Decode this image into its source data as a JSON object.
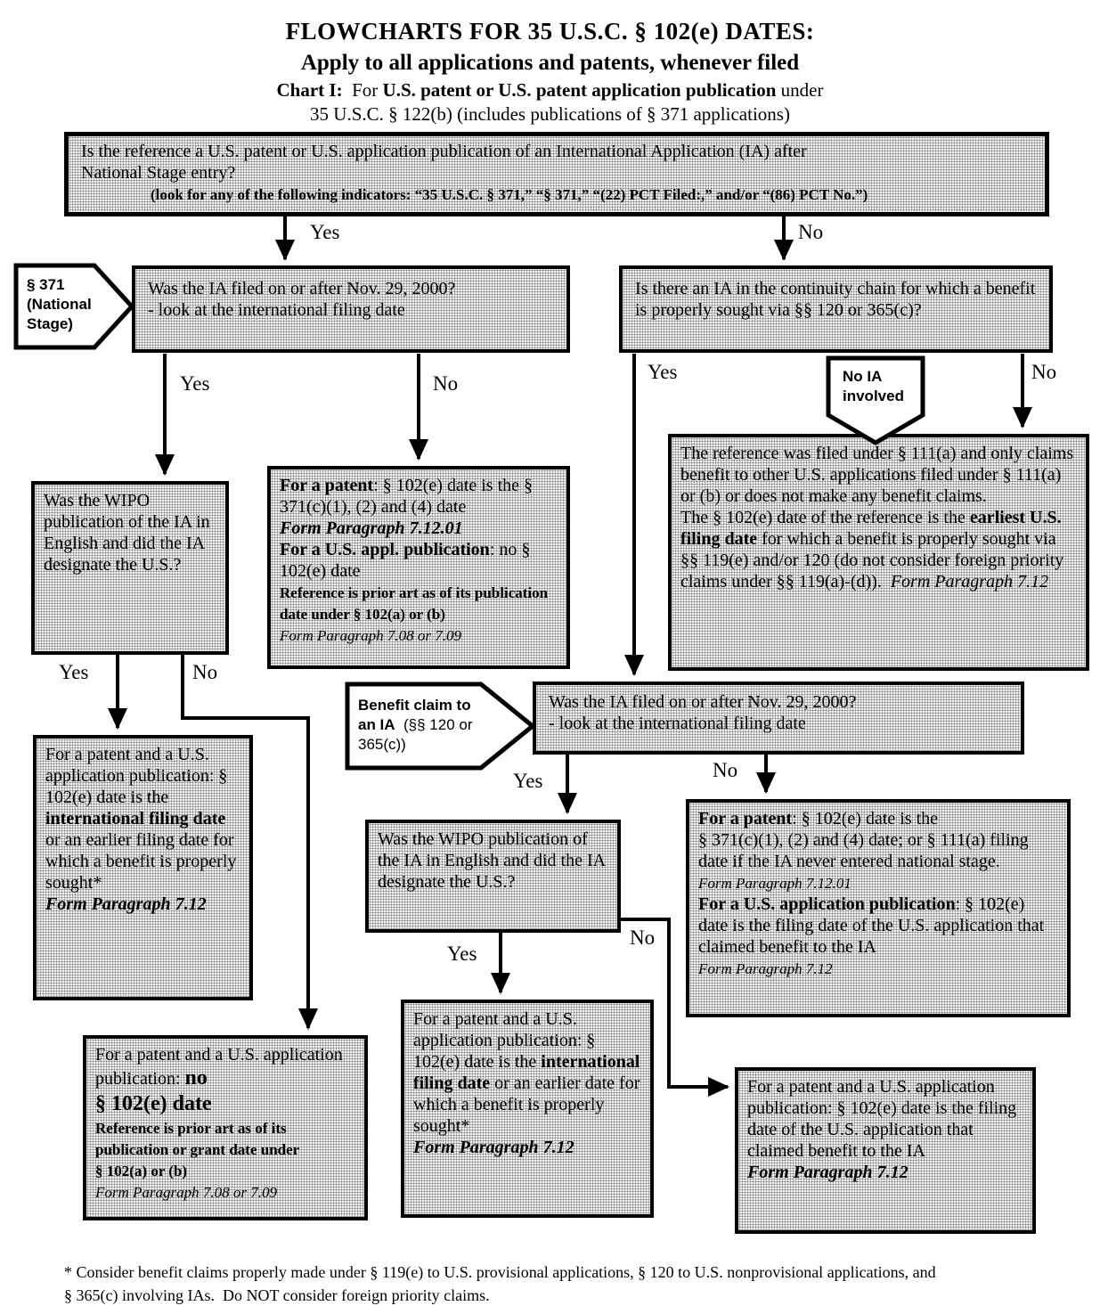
{
  "title": {
    "line1": "FLOWCHARTS FOR 35 U.S.C. § 102(e) DATES:",
    "line2": "Apply to all applications and patents, whenever filed",
    "line3_segments": [
      {
        "t": "Chart I:",
        "s": "b"
      },
      {
        "t": "  For ",
        "s": "r"
      },
      {
        "t": "U.S. patent or U.S. patent application publication",
        "s": "b"
      },
      {
        "t": " under",
        "s": "r"
      }
    ],
    "line4": "35 U.S.C. § 122(b) (includes publications of § 371 applications)"
  },
  "boxes": {
    "q1": {
      "segments": [
        {
          "t": "Is the reference a U.S. patent or U.S. application publication of an International Application (IA) after\nNational Stage entry?\n",
          "s": "r"
        },
        {
          "t": "(look for any of the following indicators: “35 U.S.C. § 371,” “§ 371,” “(22) PCT Filed:,” and/or “(86) PCT No.”)",
          "s": "smb ind"
        }
      ]
    },
    "q2": {
      "segments": [
        {
          "t": "Was the IA filed on or after Nov. 29, 2000?\n- look at the international filing date",
          "s": "r"
        }
      ]
    },
    "q3": {
      "segments": [
        {
          "t": "Is there an IA in the continuity chain for which a benefit is properly sought via §§ 120 or 365(c)?",
          "s": "r"
        }
      ]
    },
    "wipo1": {
      "segments": [
        {
          "t": "Was the WIPO publication of the IA in English and did the IA designate the U.S.?",
          "s": "r"
        }
      ]
    },
    "patent1": {
      "segments": [
        {
          "t": "For a patent",
          "s": "b"
        },
        {
          "t": ": § 102(e) date is the § 371(c)(1), (2) and (4) date\n",
          "s": "r"
        },
        {
          "t": "Form Paragraph 7.12.01\n",
          "s": "bi"
        },
        {
          "t": "For a U.S. appl. publication",
          "s": "b"
        },
        {
          "t": ": no § 102(e) date\n",
          "s": "r"
        },
        {
          "t": "Reference is prior art as of its publication date under § 102(a) or (b)\n",
          "s": "smb"
        },
        {
          "t": "Form Paragraph 7.08 or 7.09",
          "s": "smi"
        }
      ]
    },
    "box111a": {
      "segments": [
        {
          "t": "The reference was filed under § 111(a) and only claims benefit to other U.S. applications filed under § 111(a) or (b) or does not make any benefit claims.\nThe § 102(e) date of the reference is the ",
          "s": "r"
        },
        {
          "t": "earliest U.S. filing date",
          "s": "b"
        },
        {
          "t": " for which a benefit is properly sought via §§ 119(e) and/or 120 (do not consider foreign priority claims under §§ 119(a)-(d)).  ",
          "s": "r"
        },
        {
          "t": "Form Paragraph 7.12",
          "s": "i"
        }
      ]
    },
    "q4": {
      "segments": [
        {
          "t": "Was the IA filed on or after Nov. 29, 2000?\n- look at the international filing date",
          "s": "r"
        }
      ]
    },
    "wipo2": {
      "segments": [
        {
          "t": "Was the WIPO publication of the IA in English and did the IA designate the U.S.?",
          "s": "r"
        }
      ]
    },
    "patent_right": {
      "segments": [
        {
          "t": "For a patent",
          "s": "b"
        },
        {
          "t": ": § 102(e) date is the\n§ 371(c)(1), (2) and (4) date; or § 111(a) filing date if the IA never entered national stage.\n",
          "s": "r"
        },
        {
          "t": "Form Paragraph 7.12.01\n",
          "s": "smi"
        },
        {
          "t": "For a U.S. application publication",
          "s": "b"
        },
        {
          "t": ": § 102(e) date is the filing date of the U.S. application that claimed benefit to the IA\n",
          "s": "r"
        },
        {
          "t": "Form Paragraph 7.12",
          "s": "smi"
        }
      ]
    },
    "intl_left": {
      "segments": [
        {
          "t": "For a patent and a U.S. application publication: § 102(e) date is the ",
          "s": "r"
        },
        {
          "t": "international filing date",
          "s": "b"
        },
        {
          "t": " or an earlier filing date for which a benefit is properly sought*\n",
          "s": "r"
        },
        {
          "t": "Form Paragraph 7.12",
          "s": "bi"
        }
      ]
    },
    "no102e": {
      "segments": [
        {
          "t": "For a patent and a U.S. application publication: ",
          "s": "r"
        },
        {
          "t": "no\n§ 102(e) date\n",
          "s": "bl"
        },
        {
          "t": "Reference is prior art as of its publication or grant date under\n§ 102(a) or (b)\n",
          "s": "smb"
        },
        {
          "t": "Form Paragraph 7.08 or 7.09",
          "s": "smi"
        }
      ]
    },
    "intl_mid": {
      "segments": [
        {
          "t": "For a patent and a U.S. application publication: § 102(e) date is the ",
          "s": "r"
        },
        {
          "t": "international filing date",
          "s": "b"
        },
        {
          "t": " or an earlier date for which a benefit is properly sought*\n",
          "s": "r"
        },
        {
          "t": "Form Paragraph 7.12",
          "s": "bi"
        }
      ]
    },
    "claimed_benefit": {
      "segments": [
        {
          "t": "For a patent and a U.S. application publication: § 102(e) date is the filing date of the U.S. application that claimed benefit to the IA\n",
          "s": "r"
        },
        {
          "t": "Form Paragraph 7.12",
          "s": "bi"
        }
      ]
    }
  },
  "tags": {
    "national_stage": "§ 371\n(National\nStage)",
    "no_ia": "No IA\ninvolved",
    "benefit_segments": [
      {
        "t": "Benefit claim to an IA",
        "s": "b"
      },
      {
        "t": "  (§§ 120 or 365(c))",
        "s": "r"
      }
    ]
  },
  "labels": {
    "q1_yes": "Yes",
    "q1_no": "No",
    "q2_yes": "Yes",
    "q2_no": "No",
    "q3_yes": "Yes",
    "q3_no": "No",
    "wipo1_yes": "Yes",
    "wipo1_no": "No",
    "q4_yes": "Yes",
    "q4_no": "No",
    "wipo2_yes": "Yes",
    "wipo2_no": "No"
  },
  "footnote": "* Consider benefit claims properly made under § 119(e) to U.S. provisional applications, § 120 to U.S. nonprovisional applications, and\n§ 365(c) involving IAs.  Do NOT consider foreign priority claims.",
  "colors": {
    "box_fill": "#efefef",
    "box_dots": "#7d7d7d",
    "line": "#000000",
    "tag_fill": "#ffffff"
  }
}
